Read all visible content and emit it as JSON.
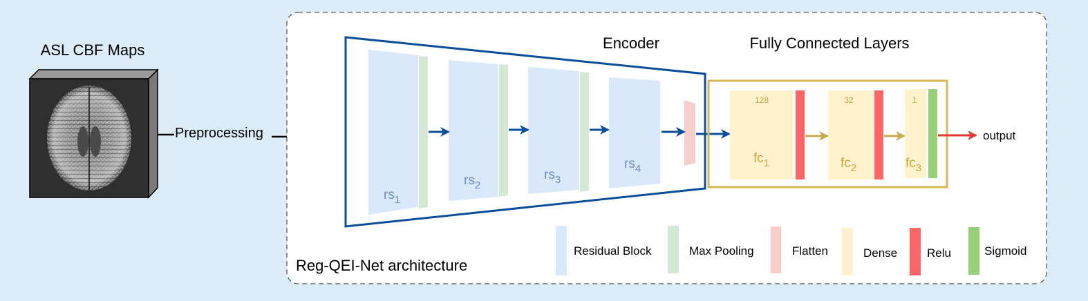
{
  "input": {
    "title": "ASL CBF Maps",
    "step_label": "Preprocessing"
  },
  "panel": {
    "caption": "Reg-QEI-Net architecture"
  },
  "encoder": {
    "title": "Encoder",
    "blocks": [
      {
        "name": "rs",
        "sub": "1"
      },
      {
        "name": "rs",
        "sub": "2"
      },
      {
        "name": "rs",
        "sub": "3"
      },
      {
        "name": "rs",
        "sub": "4"
      }
    ]
  },
  "fc": {
    "title": "Fully Connected Layers",
    "layers": [
      {
        "name": "fc",
        "sub": "1",
        "units": "128"
      },
      {
        "name": "fc",
        "sub": "2",
        "units": "32"
      },
      {
        "name": "fc",
        "sub": "3",
        "units": "1"
      }
    ],
    "output_label": "output"
  },
  "legend": [
    {
      "label": "Residual Block",
      "color": "#dae8fc"
    },
    {
      "label": "Max Pooling",
      "color": "#d5e8d4"
    },
    {
      "label": "Flatten",
      "color": "#f8cecc"
    },
    {
      "label": "Dense",
      "color": "#fff2cc"
    },
    {
      "label": "Relu",
      "color": "#ff6666"
    },
    {
      "label": "Sigmoid",
      "color": "#97d077"
    }
  ],
  "colors": {
    "background": "#dcecf8",
    "encoder_border": "#0b4f9c",
    "fc_border": "#d6b656",
    "fc_arrow": "#c8a84c",
    "output_arrow": "#e53935",
    "block_text": "#6c8ebf",
    "dense_text": "#c9a53e"
  }
}
